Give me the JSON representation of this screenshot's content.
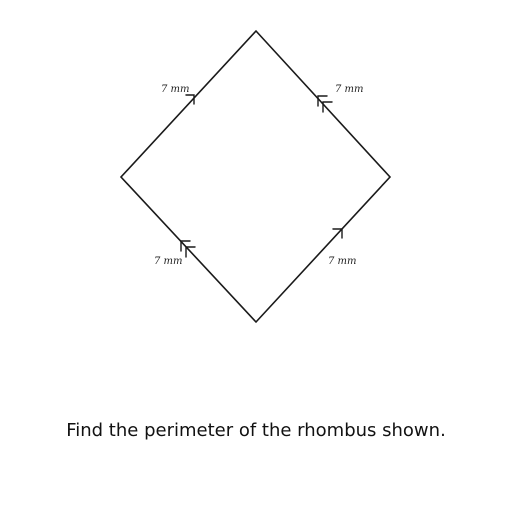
{
  "diagram": {
    "shape": "rhombus",
    "line_color": "#1a1a1a",
    "sides": [
      {
        "label": "7 mm",
        "arrow": "single"
      },
      {
        "label": "7 mm",
        "arrow": "double"
      },
      {
        "label": "7 mm",
        "arrow": "double"
      },
      {
        "label": "7 mm",
        "arrow": "single"
      }
    ]
  },
  "question": {
    "text": "Find the perimeter of the rhombus shown."
  }
}
